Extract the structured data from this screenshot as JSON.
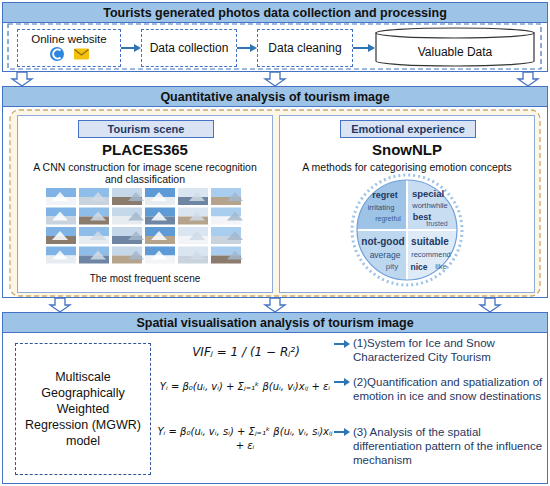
{
  "diagram": {
    "nodes": [
      {
        "text": [
          "Tourists generated photos data collection and processing"
        ]
      },
      {
        "text": [
          "Online website"
        ],
        "in": 0
      },
      {
        "text": [
          "Data collection"
        ],
        "in": 0
      },
      {
        "text": [
          "Data cleaning"
        ],
        "in": 0
      },
      {
        "text": [
          "Valuable Data"
        ],
        "in": 0
      },
      {
        "text": [
          "Quantitative analysis of tourism image"
        ]
      },
      {
        "text": [
          "PLACES365",
          "A CNN construction for image scene recognition and classification",
          "The most frequent scene"
        ],
        "in": 5
      },
      {
        "text": [
          "Tourism scene"
        ],
        "in": 6
      },
      {
        "text": [
          "SnowNLP",
          "A methods for categorising emotion concepts"
        ],
        "in": 5
      },
      {
        "text": [
          "Emotional experience"
        ],
        "in": 8
      },
      {
        "text": [
          "Spatial visualisation analysis of tourism image"
        ]
      },
      {
        "text": [
          "Multiscale Geographically Weighted Regression (MGWR) model"
        ],
        "in": 10
      }
    ],
    "edges": [
      {
        "from": 1,
        "to": 2,
        "arrow": "to"
      },
      {
        "from": 2,
        "to": 3,
        "arrow": "to"
      },
      {
        "from": 3,
        "to": 4,
        "arrow": "to"
      },
      {
        "from": 0,
        "to": 5,
        "arrow": "to"
      },
      {
        "from": 0,
        "to": 5,
        "arrow": "to"
      },
      {
        "from": 0,
        "to": 5,
        "arrow": "to"
      },
      {
        "from": 5,
        "to": 10,
        "arrow": "to"
      },
      {
        "from": 5,
        "to": 10,
        "arrow": "to"
      },
      {
        "from": 5,
        "to": 10,
        "arrow": "to"
      }
    ],
    "labels": [
      "VIFⱼ = 1 / (1 − Rⱼ²)",
      "Yᵢ = β₀(uᵢ, vᵢ) + Σⱼ₌₁ᵏ β(uᵢ, vᵢ)xᵢⱼ + εᵢ",
      "Yᵢ = β₀(uᵢ, vᵢ, sᵢ) + Σⱼ₌₁ᵏ β(uᵢ, vᵢ, sᵢ)xᵢⱼ + εᵢ",
      "(1)System for Ice and Snow Characterized City Tourism",
      "(2)Quantification and spatialization of emotion in ice and snow destinations",
      "(3) Analysis of the spatial differentiation pattern of the influence mechanism",
      "regret",
      "irritating",
      "regretful",
      "special",
      "worthwhile",
      "best",
      "trusted",
      "not-good",
      "average",
      "pity",
      "suitable",
      "recommend",
      "nice",
      "like"
    ]
  }
}
